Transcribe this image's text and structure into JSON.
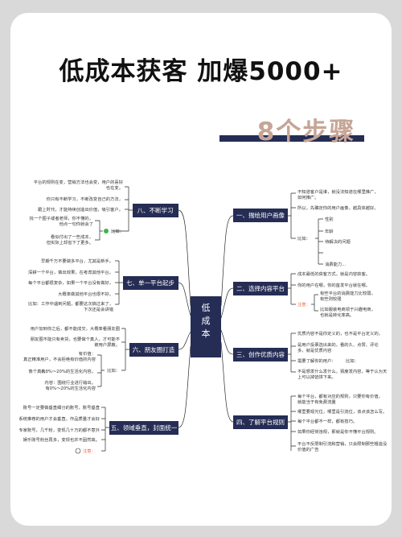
{
  "title": "低成本获客 加爆5000+",
  "subtitle": "8个步骤",
  "center": [
    "低",
    "成",
    "本"
  ],
  "branches": {
    "b1": {
      "label": "一、揣绘用户画像",
      "items": [
        "不知道客户是谁，就没法知道在哪里推广，",
        "如何推广。",
        "所以，先确定你的用户画像，越具体越好。",
        "性别",
        "年龄",
        "待解决的问题",
        "消费能力..."
      ],
      "note": "比如："
    },
    "b2": {
      "label": "二、选择内容平台",
      "items": [
        "成本最低的获客方式，就是内容获客。",
        "你的用户在哪，你的首发平台就在哪。",
        "有些平台的消费能力比较弱，",
        "有些则较强",
        "比如服装电商领于兴趣电商，",
        "也就是转化率高。"
      ],
      "note": "注意："
    },
    "b3": {
      "label": "三、创作优质内容",
      "items": [
        "优质内容不是你定义的，也不是平台定义的。",
        "是用户投票选出来的，看的久、点赞、评论",
        "多，就是优质内容",
        "需要了解你的用户：",
        "不是想发什么发什么，猜度发内容，等于认为天",
        "上可以掉馅饼下来。"
      ],
      "note": "比如："
    },
    "b4": {
      "label": "四、了解平台规则",
      "items": [
        "每个平台，都有对应的规则，只要你有价值，",
        "就能当于有免费流量",
        "哪里要观光位，哪里是引流位，该点该怎么写。",
        "每个平台都不一样，都有技巧。",
        "如果你经常违规，那就是你不懂平台规则。",
        "平台不反限制引流和营销，只会限制那些粗造没",
        "价值的广告"
      ]
    },
    "b5": {
      "label": "五、领域垂直，封面统一",
      "items": [
        "账号一定要做垂直细分的账号，账号垂直",
        "系统推荐的用户才会垂直，作品质量才会好",
        "专家账号，几千粉，变现几十万的都不意外",
        "娱乐账号粉丝再多，变现也并不固然高。"
      ],
      "note": "注意："
    },
    "b6": {
      "label": "六、朋友圈打造",
      "items": [
        "用户加到你之后，都不能成交，大概率看朋友圈",
        "朋友圈不能只有卖货，也要做个真人，才可能不",
        "被用户屏蔽。",
        "有价值：",
        "真正精准用户，不会拒绝有价值的内容",
        "像个真人：",
        "有0%～20%的生活化内容。",
        "内容：围绕行业进行输出。",
        "有0%～20%的生活化内容"
      ],
      "note": "比如："
    },
    "b7": {
      "label": "七、单一平台起步",
      "items": [
        "早期千万不要做多平台，尤其是新手。",
        "深耕一个平台，做出效果，在考虑其他平台。",
        "每个平台都很复杂，如果一个平台没有做好，",
        "大概率做其他平台也很不好。",
        "比如：工作中遇到问题，都要这次搞过来了，",
        "下次还是会讲错"
      ]
    },
    "b8": {
      "label": "八、不断学习",
      "items": [
        "平台的规则在变，营销方法也会变，用户的喜好",
        "也在变。",
        "你只有不断学习，不断改变自己的方法，",
        "跟上时代，才能持续创造出价值，吸引客户。",
        "找一个圈子或者老师，你不懂的，",
        "他点一句你就会了",
        "看似付出了一些成本，",
        "但实际上却省下了更多。"
      ],
      "note": "比如："
    }
  },
  "colors": {
    "node": "#252d55",
    "accent": "#c6a596",
    "note": "#f0623d",
    "check": "#3db54a"
  }
}
